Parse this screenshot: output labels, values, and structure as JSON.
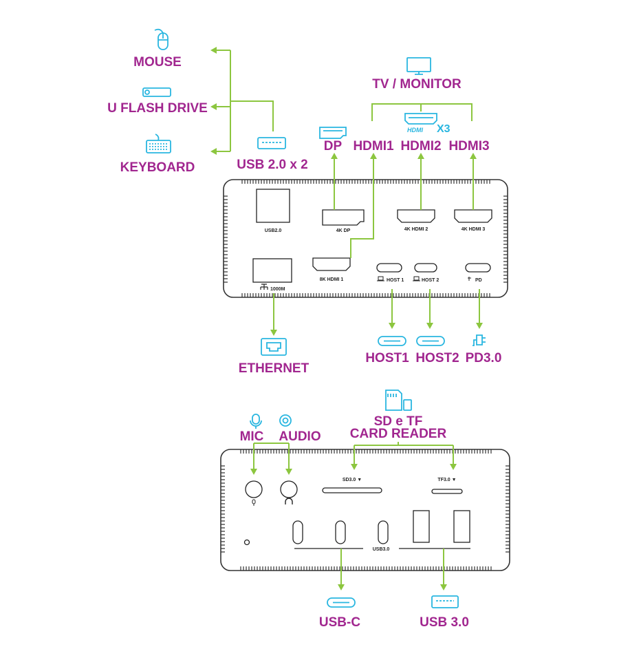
{
  "colors": {
    "label": "#a1268f",
    "line": "#8cc63f",
    "icon": "#29b6e0",
    "device": "#333333"
  },
  "peripherals": {
    "mouse": "MOUSE",
    "flash": "U FLASH DRIVE",
    "keyboard": "KEYBOARD",
    "usb20": "USB 2.0 x 2",
    "dp": "DP",
    "hdmi1": "HDMI1",
    "hdmi2": "HDMI2",
    "hdmi3": "HDMI3",
    "tv": "TV / MONITOR",
    "hdmi_brand": "HDMI",
    "hdmi_count": "X3",
    "ethernet": "ETHERNET",
    "host1": "HOST1",
    "host2": "HOST2",
    "pd": "PD3.0",
    "mic": "MIC",
    "audio": "AUDIO",
    "sd_line1": "SD e TF",
    "sd_line2": "CARD READER",
    "usbc": "USB-C",
    "usb30": "USB 3.0"
  },
  "back_panel": {
    "usb20": "USB2.0",
    "dp": "4K DP",
    "hdmi2": "4K HDMI 2",
    "hdmi3": "4K HDMI 3",
    "lan": "1000M",
    "hdmi1": "8K HDMI 1",
    "host1": "HOST 1",
    "host2": "HOST 2",
    "pd": "PD"
  },
  "front_panel": {
    "sd": "SD3.0 ▼",
    "tf": "TF3.0 ▼",
    "usb30": "USB3.0"
  },
  "icons": [
    "mouse-icon",
    "usb-flash-icon",
    "keyboard-icon",
    "usb-a-icon",
    "displayport-icon",
    "monitor-icon",
    "hdmi-icon",
    "ethernet-icon",
    "usb-c-icon",
    "power-plug-icon",
    "microphone-icon",
    "audio-jack-icon",
    "sd-card-icon"
  ]
}
